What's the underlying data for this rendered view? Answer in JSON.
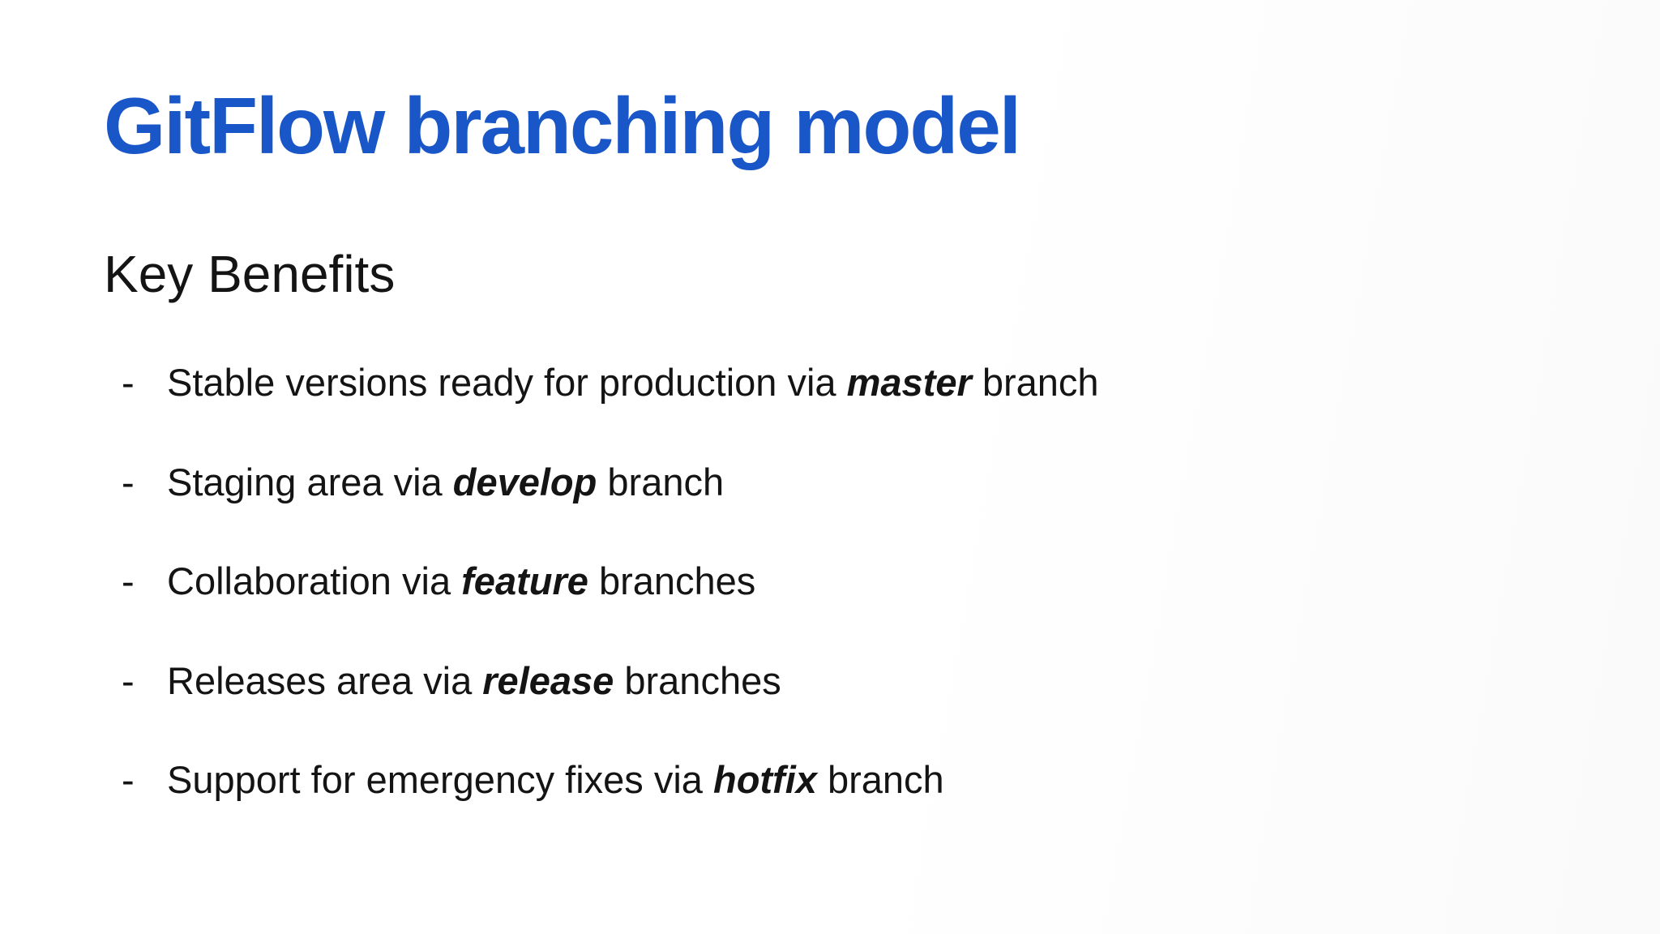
{
  "slide": {
    "title": "GitFlow branching model",
    "section_heading": "Key Benefits",
    "bullets": [
      {
        "marker": "-",
        "pre": "Stable versions ready for production via ",
        "emphasis": "master",
        "post": " branch"
      },
      {
        "marker": "-",
        "pre": "Staging area via ",
        "emphasis": "develop",
        "post": " branch"
      },
      {
        "marker": "-",
        "pre": "Collaboration via ",
        "emphasis": "feature",
        "post": " branches"
      },
      {
        "marker": "-",
        "pre": "Releases area via ",
        "emphasis": "release",
        "post": " branches"
      },
      {
        "marker": "-",
        "pre": "Support for emergency fixes via ",
        "emphasis": "hotfix",
        "post": " branch"
      }
    ],
    "colors": {
      "title": "#1956c8",
      "body_text": "#141414",
      "background": "#ffffff"
    }
  }
}
